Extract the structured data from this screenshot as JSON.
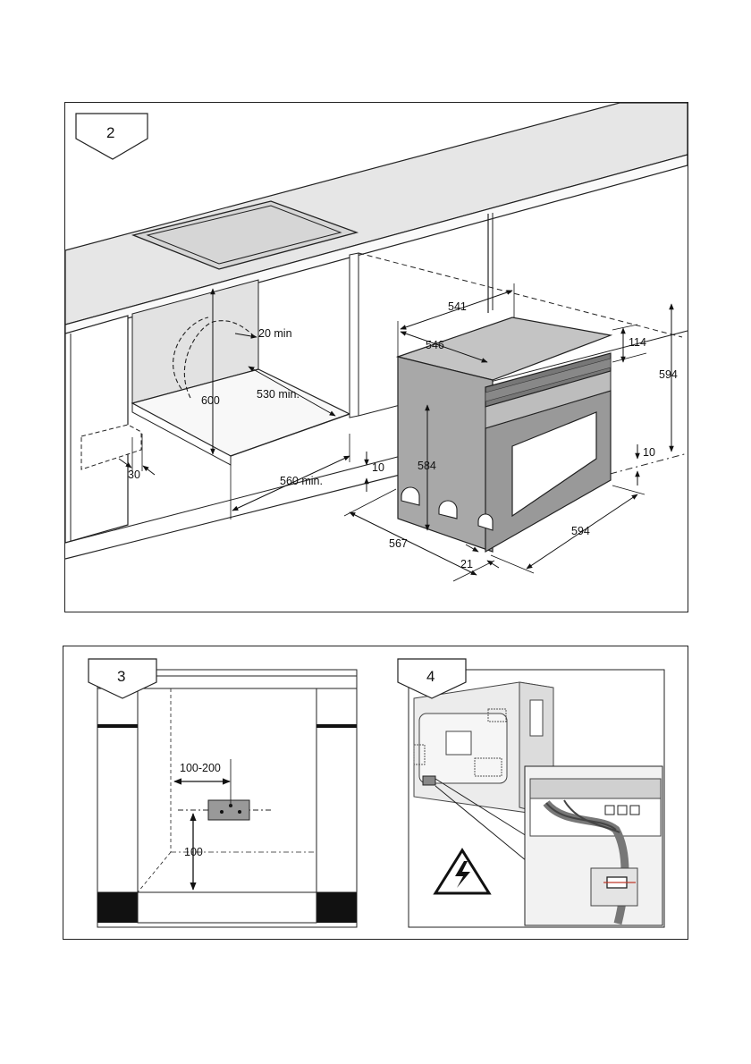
{
  "figure2": {
    "step_number": "2",
    "dims": {
      "d541": "541",
      "d546": "546",
      "d114": "114",
      "d594_height": "594",
      "d20": "20 min",
      "d530": "530 min.",
      "d600": "600",
      "d584": "584",
      "d10_left": "10",
      "d10_right": "10",
      "d30": "30",
      "d560": "560 min.",
      "d567": "567",
      "d21": "21",
      "d594_width": "594"
    }
  },
  "figure3": {
    "step_number": "3",
    "dims": {
      "d100_200": "100-200",
      "d100": "100"
    }
  },
  "figure4": {
    "step_number": "4",
    "warning_icon": "electric-hazard-icon"
  }
}
